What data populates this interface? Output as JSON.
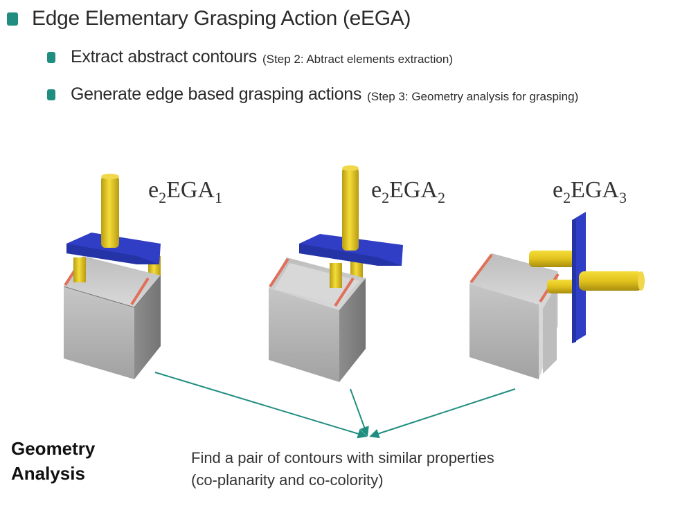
{
  "bullets": {
    "main": "Edge Elementary Grasping Action (eEGA)",
    "sub": [
      {
        "text": "Extract abstract contours",
        "note": "(Step 2: Abtract elements extraction)"
      },
      {
        "text": "Generate edge based grasping actions",
        "note": "(Step 3: Geometry analysis for grasping)"
      }
    ]
  },
  "figure": {
    "labels": [
      {
        "base": "e",
        "sub1": "2",
        "mid": "EGA",
        "sub2": "1"
      },
      {
        "base": "e",
        "sub1": "2",
        "mid": "EGA",
        "sub2": "2"
      },
      {
        "base": "e",
        "sub1": "2",
        "mid": "EGA",
        "sub2": "3"
      }
    ]
  },
  "bottom": {
    "left_line1": "Geometry",
    "left_line2": "Analysis",
    "caption_line1": "Find a pair of contours with similar properties",
    "caption_line2": "(co-planarity and co-colority)"
  },
  "colors": {
    "bullet": "#1f8d80",
    "arrow": "#1f8d80",
    "gripper_yellow": "#e2c21c",
    "plate_blue": "#2f3ec4",
    "box_gray": "#a8a8a8",
    "contour_red": "#e0705a"
  }
}
